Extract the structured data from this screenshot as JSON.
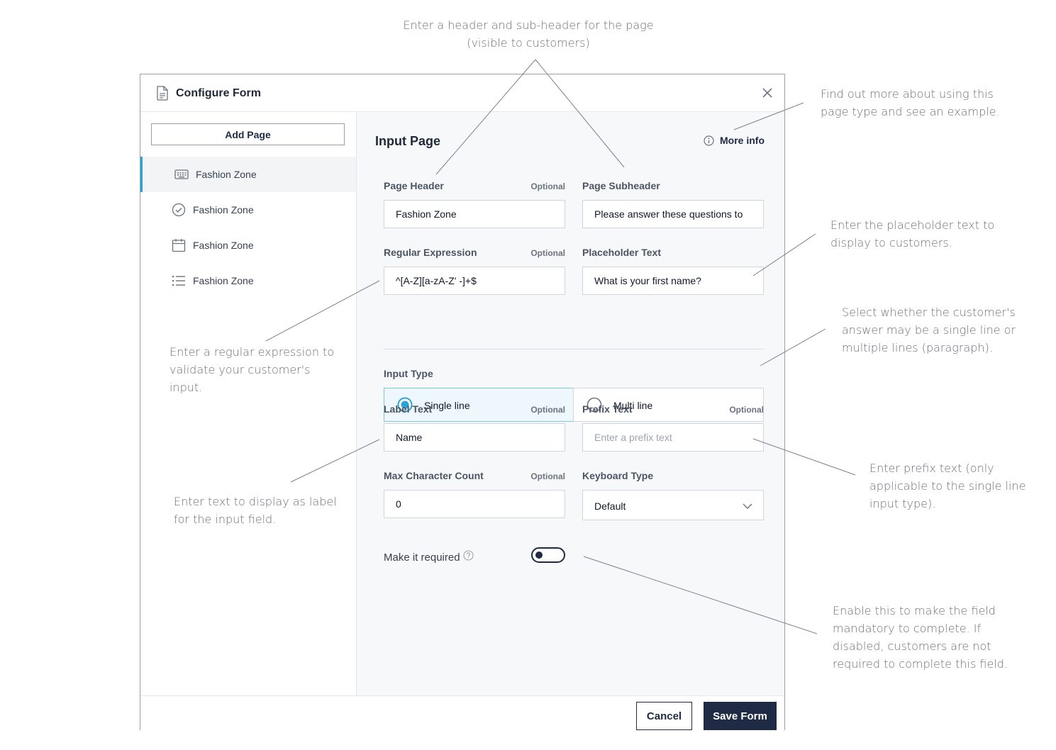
{
  "dialog": {
    "title": "Configure Form",
    "add_page_label": "Add Page",
    "pages": [
      {
        "label": "Fashion Zone",
        "icon": "keyboard-icon",
        "active": true
      },
      {
        "label": "Fashion Zone",
        "icon": "check-circle-icon",
        "active": false
      },
      {
        "label": "Fashion Zone",
        "icon": "calendar-icon",
        "active": false
      },
      {
        "label": "Fashion Zone",
        "icon": "list-icon",
        "active": false
      }
    ],
    "page_title": "Input Page",
    "more_info": "More info",
    "optional_label": "Optional",
    "fields": {
      "page_header": {
        "label": "Page Header",
        "value": "Fashion Zone"
      },
      "page_subheader": {
        "label": "Page Subheader",
        "value": "Please answer these questions to"
      },
      "regular_expression": {
        "label": "Regular Expression",
        "value": "^[A-Z][a-zA-Z' -]+$"
      },
      "placeholder_text": {
        "label": "Placeholder Text",
        "value": "What is your first name?"
      },
      "label_text": {
        "label": "Label Text",
        "value": "Name"
      },
      "prefix_text": {
        "label": "Prefix Text",
        "value": "",
        "placeholder": "Enter a prefix text"
      },
      "max_character_count": {
        "label": "Max Character Count",
        "value": "0"
      },
      "keyboard_type": {
        "label": "Keyboard Type",
        "value": "Default"
      }
    },
    "input_type": {
      "label": "Input Type",
      "options": [
        "Single line",
        "Multi line"
      ],
      "selected": "Single line"
    },
    "required": {
      "label": "Make it required",
      "enabled": false
    },
    "footer": {
      "cancel": "Cancel",
      "save": "Save Form"
    }
  },
  "annotations": {
    "header": [
      "Enter a header and sub-header for the page",
      "(visible to customers)"
    ],
    "more_info": [
      "Find out more about using this",
      "page type and see an example."
    ],
    "placeholder": [
      "Enter the placeholder text to",
      "display to customers."
    ],
    "input_type": [
      "Select whether the customer's",
      "answer may be a single line or",
      "multiple lines (paragraph)."
    ],
    "regex": [
      "Enter a regular expression to",
      "validate your customer's",
      "input."
    ],
    "label": [
      "Enter text to display as label",
      "for the input field."
    ],
    "prefix": [
      "Enter prefix text (only",
      "applicable to the single line",
      "input type)."
    ],
    "required": [
      "Enable this to make the field",
      "mandatory to complete. If",
      "disabled, customers are not",
      "required to complete this field."
    ]
  },
  "colors": {
    "primary": "#1f2a44",
    "accent": "#2aa4d8",
    "selected_bg": "#eef7fb"
  }
}
